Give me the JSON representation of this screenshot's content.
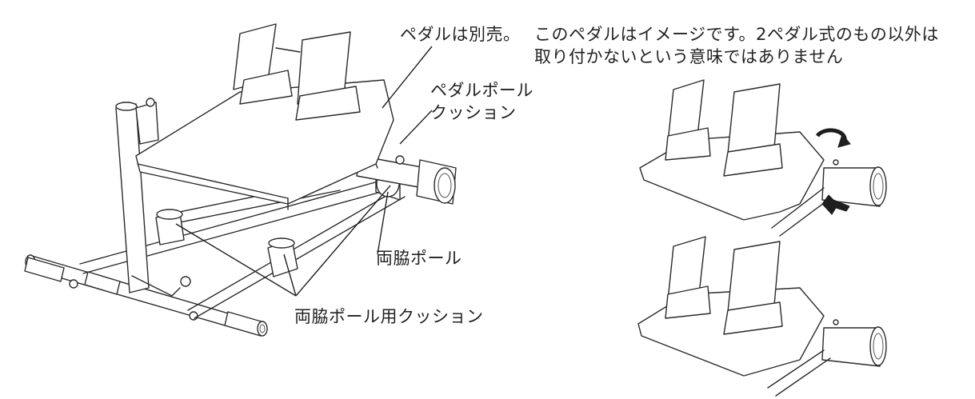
{
  "labels": {
    "pedal_sold_separately": "ペダルは別売。",
    "pedal_note_line1": "このペダルはイメージです。2ペダル式のもの以外は",
    "pedal_note_line2": "取り付かないという意味ではありません",
    "pedal_pole_cushion_line1": "ペダルポール",
    "pedal_pole_cushion_line2": "クッション",
    "side_pole": "両脇ポール",
    "side_pole_cushion": "両脇ポール用クッション"
  },
  "icons": {
    "rotate": "rotate-arrow-icon",
    "pull": "pull-arrow-icon"
  },
  "colors": {
    "line": "#2a2a2a",
    "text": "#222222",
    "background": "#ffffff"
  }
}
